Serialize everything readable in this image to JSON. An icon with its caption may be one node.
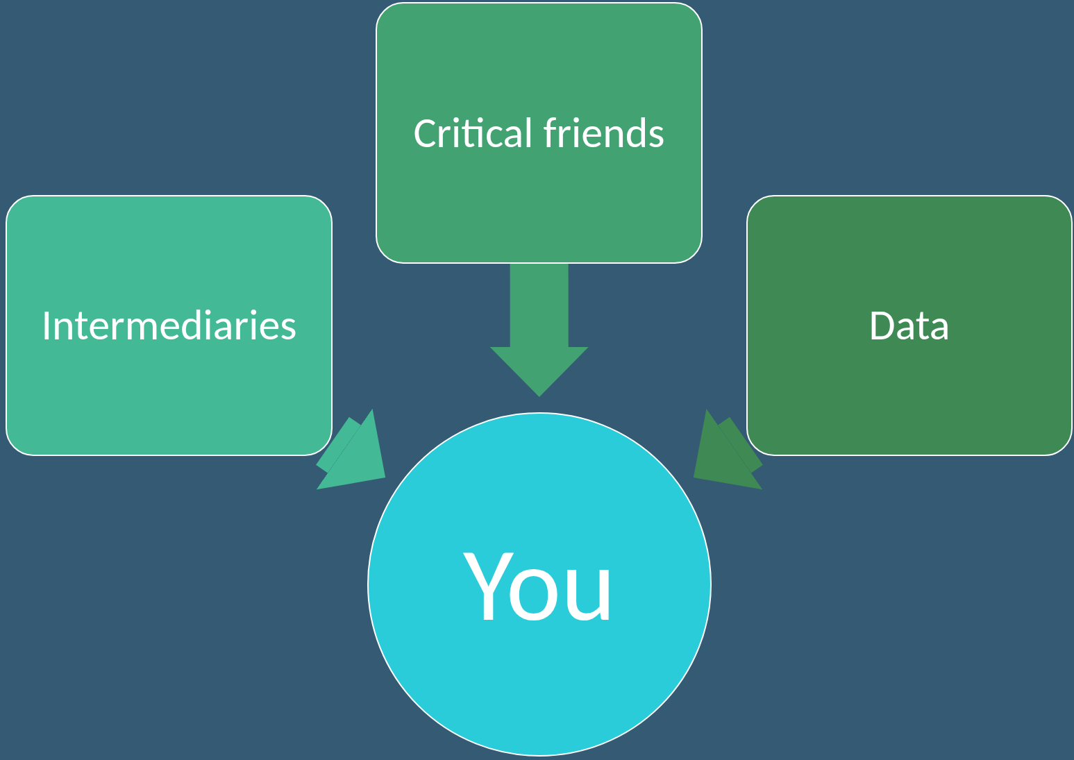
{
  "diagram": {
    "nodes": [
      {
        "text": [
          "Critical friends"
        ]
      },
      {
        "text": [
          "Intermediaries"
        ]
      },
      {
        "text": [
          "Data"
        ]
      },
      {
        "text": [
          "You"
        ]
      }
    ],
    "edges": [
      {
        "from": 0,
        "to": 3,
        "arrow": "to",
        "color": "#42a272"
      },
      {
        "from": 1,
        "to": 3,
        "arrow": "to",
        "color": "#44b996"
      },
      {
        "from": 2,
        "to": 3,
        "arrow": "to",
        "color": "#3e8954"
      }
    ]
  }
}
